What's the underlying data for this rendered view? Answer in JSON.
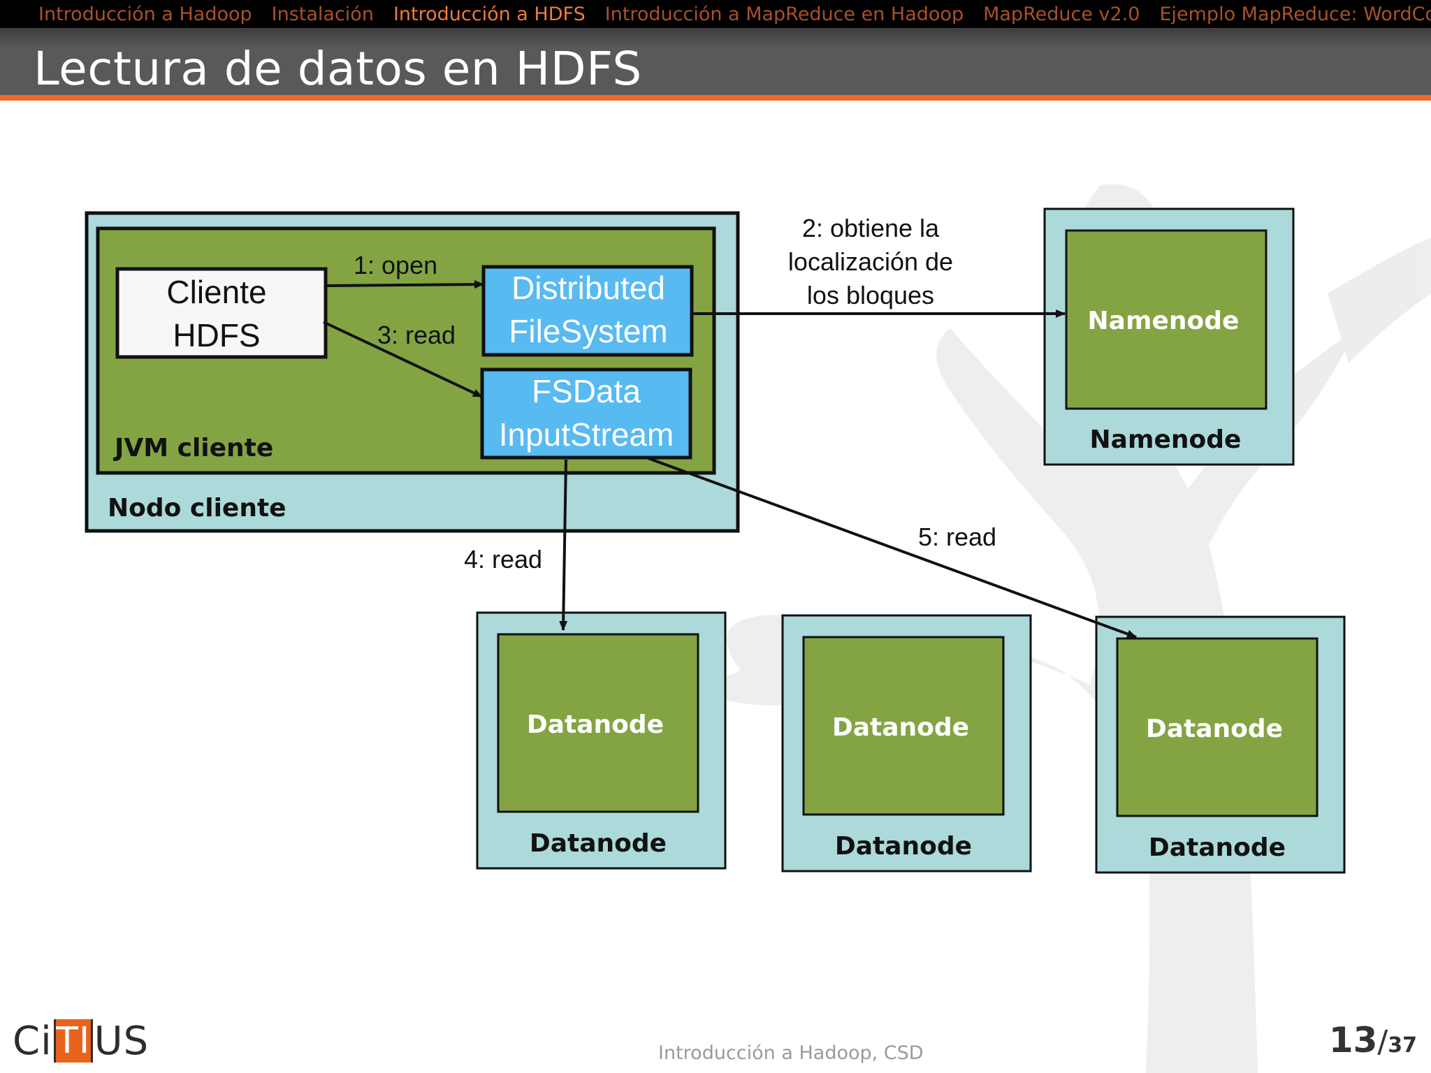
{
  "navbar": {
    "items": [
      {
        "label": "Introducción a Hadoop",
        "active": false
      },
      {
        "label": "Instalación",
        "active": false
      },
      {
        "label": "Introducción a HDFS",
        "active": true
      },
      {
        "label": "Introducción a MapReduce en Hadoop",
        "active": false
      },
      {
        "label": "MapReduce v2.0",
        "active": false
      },
      {
        "label": "Ejemplo MapReduce: WordCo",
        "active": false
      }
    ]
  },
  "slide": {
    "title": "Lectura de datos en HDFS"
  },
  "diagram": {
    "client_node": {
      "label": "Nodo cliente",
      "jvm_label": "JVM cliente",
      "client_hdfs": [
        "Cliente",
        "HDFS"
      ],
      "dfs": [
        "Distributed",
        "FileSystem"
      ],
      "fsdata": [
        "FSData",
        "InputStream"
      ]
    },
    "namenode": {
      "inner_label": "Namenode",
      "outer_label": "Namenode"
    },
    "datanodes": [
      {
        "inner_label": "Datanode",
        "outer_label": "Datanode"
      },
      {
        "inner_label": "Datanode",
        "outer_label": "Datanode"
      },
      {
        "inner_label": "Datanode",
        "outer_label": "Datanode"
      }
    ],
    "arrows": {
      "open": "1: open",
      "get_locations": [
        "2: obtiene la",
        "localización de",
        "los bloques"
      ],
      "read3": "3: read",
      "read4": "4: read",
      "read5": "5: read"
    },
    "colors": {
      "outer_box": "#acd9d9",
      "green_box": "#84a443",
      "blue_box": "#57baf1",
      "border": "#111111"
    }
  },
  "footer": {
    "text": "Introducción a Hadoop, CSD",
    "logo": {
      "left": "Ci",
      "box": "TI",
      "right": "US"
    },
    "page_current": "13",
    "page_sep": "/",
    "page_total": "37"
  }
}
